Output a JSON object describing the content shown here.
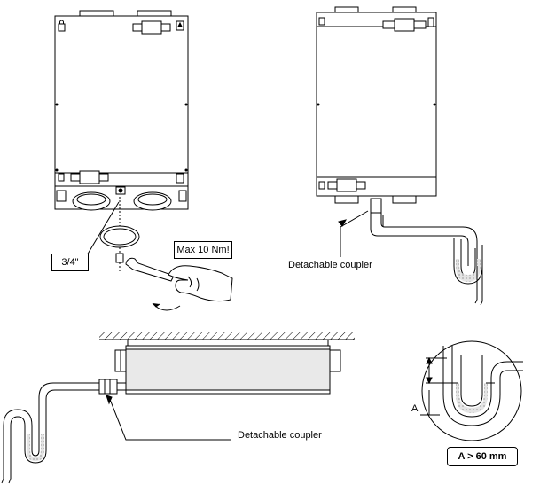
{
  "labels": {
    "pipe_size": "3/4\"",
    "torque": "Max 10 Nm!",
    "coupler_top": "Detachable coupler",
    "coupler_bottom": "Detachable coupler",
    "dim_letter": "A",
    "dim_rule": "A > 60 mm"
  },
  "icons": [
    "lock-icon",
    "dehumidify-icon",
    "wrench-icon",
    "hand-icon",
    "siphon-trap-icon",
    "ceiling-hatch"
  ],
  "colors": {
    "line": "#000000",
    "water": "#d8d8d8",
    "duct": "#e6e6e6"
  }
}
